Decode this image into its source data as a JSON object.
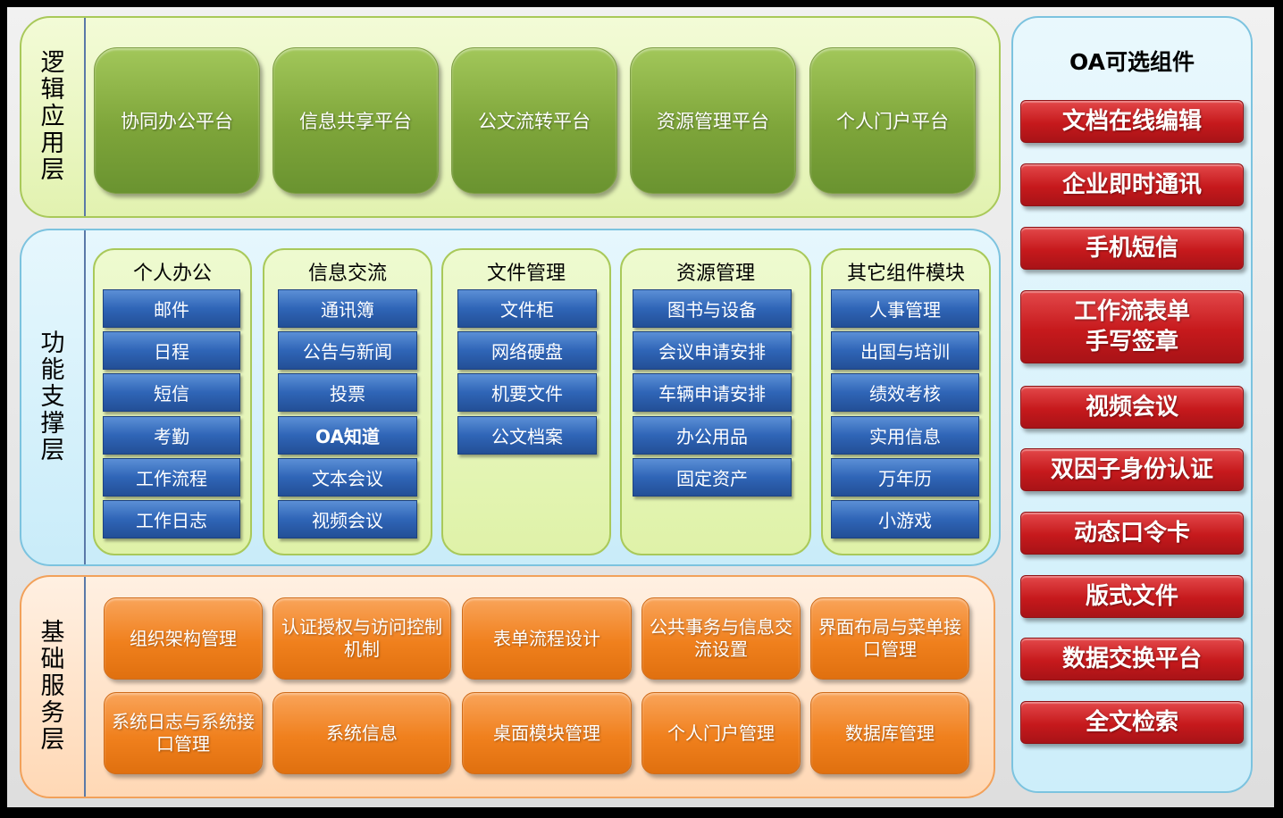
{
  "logic_layer": {
    "title": "逻辑应用层",
    "platforms": [
      "协同办公平台",
      "信息共享平台",
      "公文流转平台",
      "资源管理平台",
      "个人门户平台"
    ]
  },
  "function_layer": {
    "title": "功能支撑层",
    "groups": [
      {
        "title": "个人办公",
        "items": [
          "邮件",
          "日程",
          "短信",
          "考勤",
          "工作流程",
          "工作日志"
        ]
      },
      {
        "title": "信息交流",
        "items": [
          "通讯簿",
          "公告与新闻",
          "投票",
          "OA知道",
          "文本会议",
          "视频会议"
        ]
      },
      {
        "title": "文件管理",
        "items": [
          "文件柜",
          "网络硬盘",
          "机要文件",
          "公文档案"
        ]
      },
      {
        "title": "资源管理",
        "items": [
          "图书与设备",
          "会议申请安排",
          "车辆申请安排",
          "办公用品",
          "固定资产"
        ]
      },
      {
        "title": "其它组件模块",
        "items": [
          "人事管理",
          "出国与培训",
          "绩效考核",
          "实用信息",
          "万年历",
          "小游戏"
        ]
      }
    ]
  },
  "base_layer": {
    "title": "基础服务层",
    "row1": [
      "组织架构管理",
      "认证授权与访问控制机制",
      "表单流程设计",
      "公共事务与信息交流设置",
      "界面布局与菜单接口管理"
    ],
    "row2": [
      "系统日志与系统接口管理",
      "系统信息",
      "桌面模块管理",
      "个人门户管理",
      "数据库管理"
    ]
  },
  "optional": {
    "title": "OA可选组件",
    "items": [
      "文档在线编辑",
      "企业即时通讯",
      "手机短信",
      "工作流表单\n手写签章",
      "视频会议",
      "双因子身份认证",
      "动态口令卡",
      "版式文件",
      "数据交换平台",
      "全文检索"
    ]
  }
}
